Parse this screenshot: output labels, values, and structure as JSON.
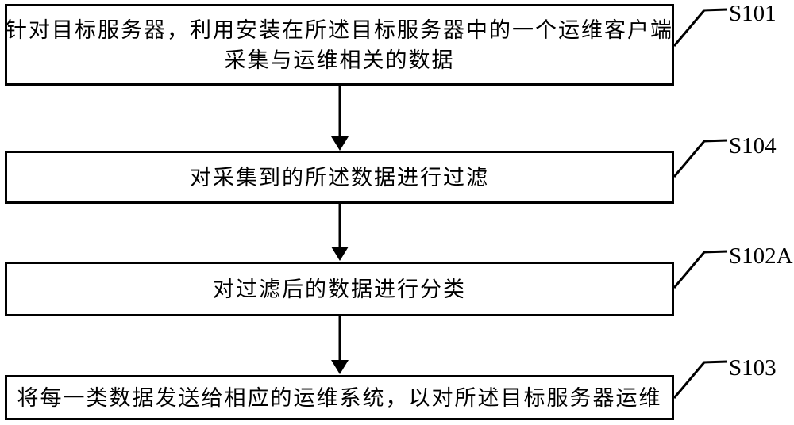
{
  "figure": {
    "colors": {
      "line": "#000000",
      "background": "#ffffff"
    },
    "steps": [
      {
        "label": "S101",
        "lines": [
          "针对目标服务器，利用安装在所述目标服务器中的一个运维客户端",
          "采集与运维相关的数据"
        ]
      },
      {
        "label": "S104",
        "lines": [
          "对采集到的所述数据进行过滤"
        ]
      },
      {
        "label": "S102A",
        "lines": [
          "对过滤后的数据进行分类"
        ]
      },
      {
        "label": "S103",
        "lines": [
          "将每一类数据发送给相应的运维系统，以对所述目标服务器运维"
        ]
      }
    ]
  }
}
